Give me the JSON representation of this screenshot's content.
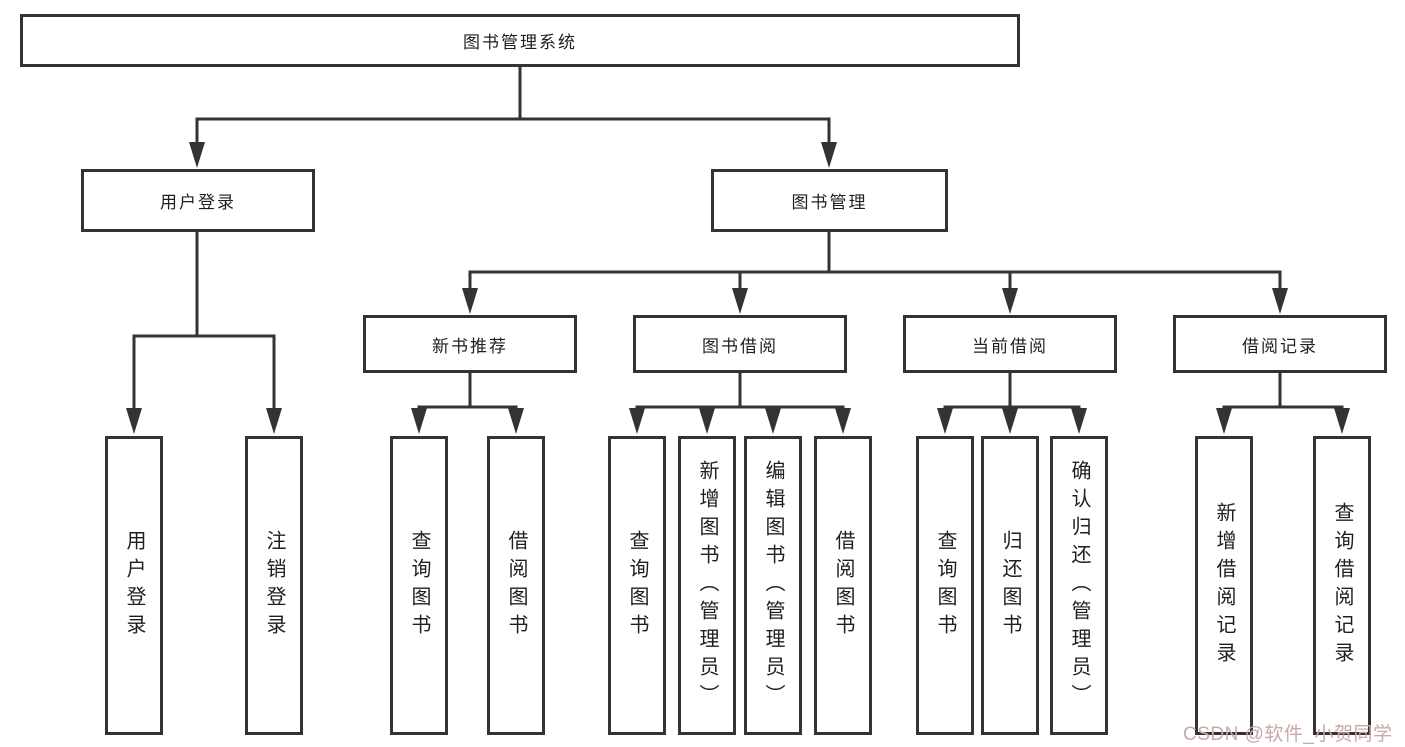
{
  "diagram": {
    "type": "hierarchy-tree",
    "colors": {
      "border": "#333333",
      "line": "#333333",
      "text": "#1f1f1f",
      "background": "#ffffff",
      "watermark": "#c9a9a9"
    },
    "nodes": {
      "root": {
        "label": "图书管理系统"
      },
      "level2": [
        {
          "id": "user-login",
          "label": "用户登录",
          "parent": "图书管理系统"
        },
        {
          "id": "book-management",
          "label": "图书管理",
          "parent": "图书管理系统"
        }
      ],
      "level3": [
        {
          "id": "new-book-recommend",
          "label": "新书推荐",
          "parent": "图书管理"
        },
        {
          "id": "book-borrowing",
          "label": "图书借阅",
          "parent": "图书管理"
        },
        {
          "id": "current-borrowing",
          "label": "当前借阅",
          "parent": "图书管理"
        },
        {
          "id": "borrowing-records",
          "label": "借阅记录",
          "parent": "图书管理"
        }
      ],
      "level4": [
        {
          "id": "user-login-action",
          "label": "用户登录",
          "parent": "用户登录"
        },
        {
          "id": "logout-action",
          "label": "注销登录",
          "parent": "用户登录"
        },
        {
          "id": "search-books-recommend",
          "label": "查询图书",
          "parent": "新书推荐"
        },
        {
          "id": "borrow-books-recommend",
          "label": "借阅图书",
          "parent": "新书推荐"
        },
        {
          "id": "search-books-borrow",
          "label": "查询图书",
          "parent": "图书借阅"
        },
        {
          "id": "add-books-admin",
          "label": "新增图书（管理员）",
          "parent": "图书借阅"
        },
        {
          "id": "edit-books-admin",
          "label": "编辑图书（管理员）",
          "parent": "图书借阅"
        },
        {
          "id": "borrow-books-borrow",
          "label": "借阅图书",
          "parent": "图书借阅"
        },
        {
          "id": "search-books-current",
          "label": "查询图书",
          "parent": "当前借阅"
        },
        {
          "id": "return-books",
          "label": "归还图书",
          "parent": "当前借阅"
        },
        {
          "id": "confirm-return-admin",
          "label": "确认归还（管理员）",
          "parent": "当前借阅"
        },
        {
          "id": "add-borrow-record",
          "label": "新增借阅记录",
          "parent": "借阅记录"
        },
        {
          "id": "search-borrow-record",
          "label": "查询借阅记录",
          "parent": "借阅记录"
        }
      ]
    }
  },
  "watermark": {
    "text": "CSDN @软件_小贺同学"
  }
}
